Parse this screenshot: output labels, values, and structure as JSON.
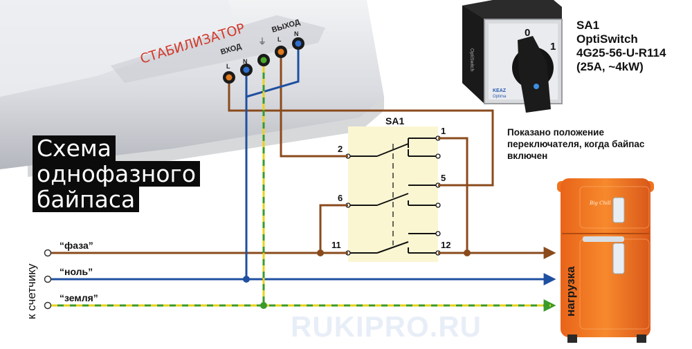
{
  "title": {
    "lines": [
      "Схема",
      "однофазного",
      "байпаса"
    ]
  },
  "stabilizer": {
    "brand": "СТАБИЛИЗАТОР",
    "input_label": "ВХОД",
    "output_label": "ВЫХОД",
    "terminal_l": "L",
    "terminal_n": "N",
    "ground_symbol": "⏚"
  },
  "switch": {
    "name": "SA1",
    "spec_lines": [
      "SA1",
      "OptiSwitch",
      "4G25-56-U-R114",
      "(25А, ~4kW)"
    ],
    "position_0": "0",
    "position_1": "1",
    "maker_label": "KEAZ",
    "maker_sub": "Optima",
    "side_label": "OptiSwitch",
    "terminals": [
      "1",
      "2",
      "5",
      "6",
      "11",
      "12"
    ]
  },
  "note": {
    "text": "Показано положение переключателя, когда байпас включен"
  },
  "lines_labels": {
    "phase": "“фаза”",
    "neutral": "“ноль”",
    "earth": "“земля”",
    "meter": "к счетчику"
  },
  "load": {
    "label": "нагрузка",
    "fridge_brand": "Big Chill"
  },
  "watermark": "RUKIPRO.RU",
  "colors": {
    "phase": "#8a4a1c",
    "neutral": "#1f4fa0",
    "earth_green": "#3a9a2a",
    "earth_yellow": "#e8d21a",
    "switch_box": "#fbf6d2",
    "fridge": "#f47a1f"
  }
}
